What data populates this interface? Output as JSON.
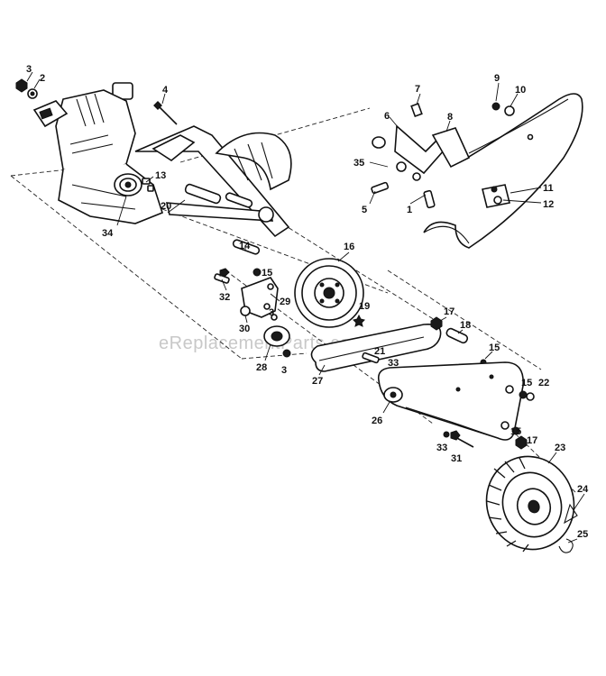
{
  "watermark": "eReplacementParts.com",
  "callouts": [
    {
      "id": "c3a",
      "text": "3"
    },
    {
      "id": "c2",
      "text": "2"
    },
    {
      "id": "c4",
      "text": "4"
    },
    {
      "id": "c13",
      "text": "13"
    },
    {
      "id": "c34",
      "text": "34"
    },
    {
      "id": "c20",
      "text": "20"
    },
    {
      "id": "c14",
      "text": "14"
    },
    {
      "id": "c15a",
      "text": "15"
    },
    {
      "id": "c32",
      "text": "32"
    },
    {
      "id": "c29",
      "text": "29"
    },
    {
      "id": "c3b",
      "text": "3"
    },
    {
      "id": "c30",
      "text": "30"
    },
    {
      "id": "c28",
      "text": "28"
    },
    {
      "id": "c3c",
      "text": "3"
    },
    {
      "id": "c16",
      "text": "16"
    },
    {
      "id": "c19",
      "text": "19"
    },
    {
      "id": "c27",
      "text": "27"
    },
    {
      "id": "c21",
      "text": "21"
    },
    {
      "id": "c33a",
      "text": "33"
    },
    {
      "id": "c26",
      "text": "26"
    },
    {
      "id": "c17a",
      "text": "17"
    },
    {
      "id": "c18",
      "text": "18"
    },
    {
      "id": "c15b",
      "text": "15"
    },
    {
      "id": "c15c",
      "text": "15"
    },
    {
      "id": "c22",
      "text": "22"
    },
    {
      "id": "c15d",
      "text": "15"
    },
    {
      "id": "c17b",
      "text": "17"
    },
    {
      "id": "c33b",
      "text": "33"
    },
    {
      "id": "c31",
      "text": "31"
    },
    {
      "id": "c23",
      "text": "23"
    },
    {
      "id": "c24",
      "text": "24"
    },
    {
      "id": "c25",
      "text": "25"
    },
    {
      "id": "c7",
      "text": "7"
    },
    {
      "id": "c6",
      "text": "6"
    },
    {
      "id": "c8",
      "text": "8"
    },
    {
      "id": "c9",
      "text": "9"
    },
    {
      "id": "c10",
      "text": "10"
    },
    {
      "id": "c35",
      "text": "35"
    },
    {
      "id": "c5",
      "text": "5"
    },
    {
      "id": "c1",
      "text": "1"
    },
    {
      "id": "c11",
      "text": "11"
    },
    {
      "id": "c12",
      "text": "12"
    }
  ]
}
